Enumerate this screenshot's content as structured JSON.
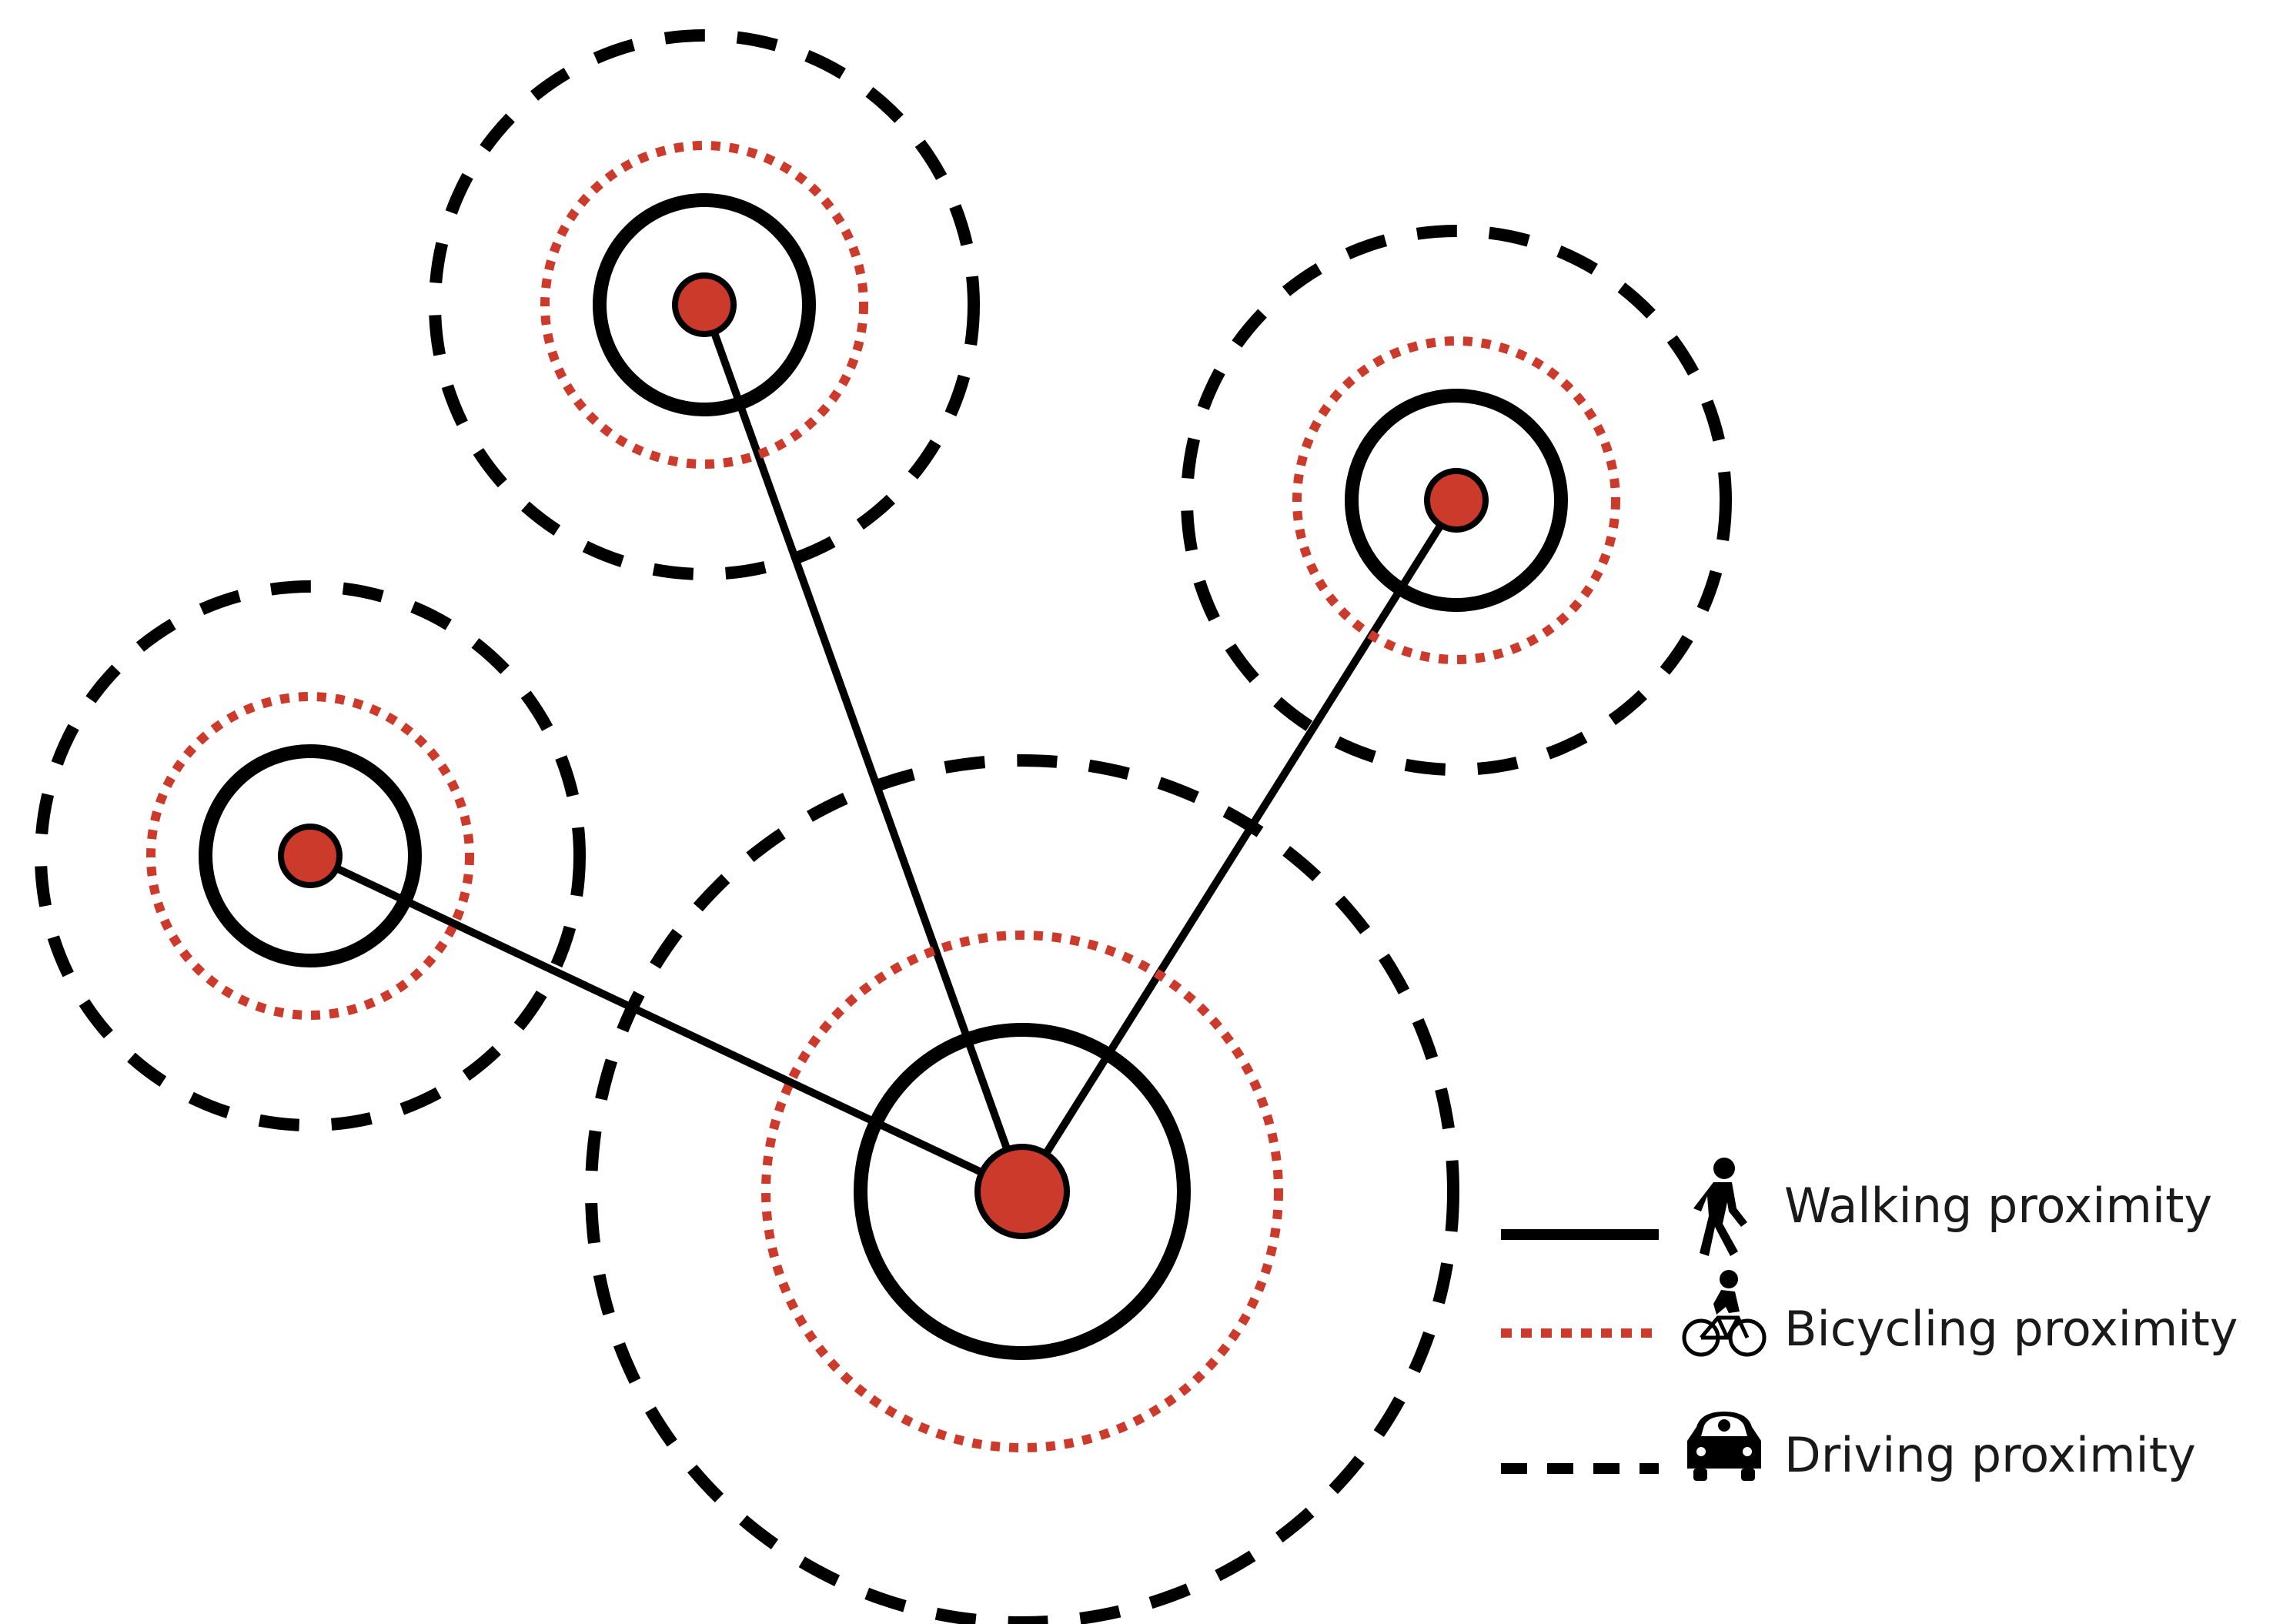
{
  "colors": {
    "walking": "#000000",
    "bicycling": "#cc3a2b",
    "driving": "#000000",
    "node_fill": "#cc3a2b",
    "node_stroke": "#000000",
    "background": "#ffffff"
  },
  "legend": {
    "walking": {
      "label": "Walking proximity",
      "icon": "pedestrian-icon",
      "line_style": "solid"
    },
    "bicycling": {
      "label": "Bicycling proximity",
      "icon": "bicycle-icon",
      "line_style": "dotted"
    },
    "driving": {
      "label": "Driving proximity",
      "icon": "car-icon",
      "line_style": "dashed"
    }
  },
  "nodes": [
    {
      "id": "central-hub",
      "role": "hub"
    },
    {
      "id": "node-top",
      "role": "satellite"
    },
    {
      "id": "node-right",
      "role": "satellite"
    },
    {
      "id": "node-left",
      "role": "satellite"
    }
  ],
  "links": [
    {
      "from": "central-hub",
      "to": "node-top",
      "style": "solid"
    },
    {
      "from": "central-hub",
      "to": "node-right",
      "style": "solid"
    },
    {
      "from": "central-hub",
      "to": "node-left",
      "style": "solid"
    }
  ]
}
